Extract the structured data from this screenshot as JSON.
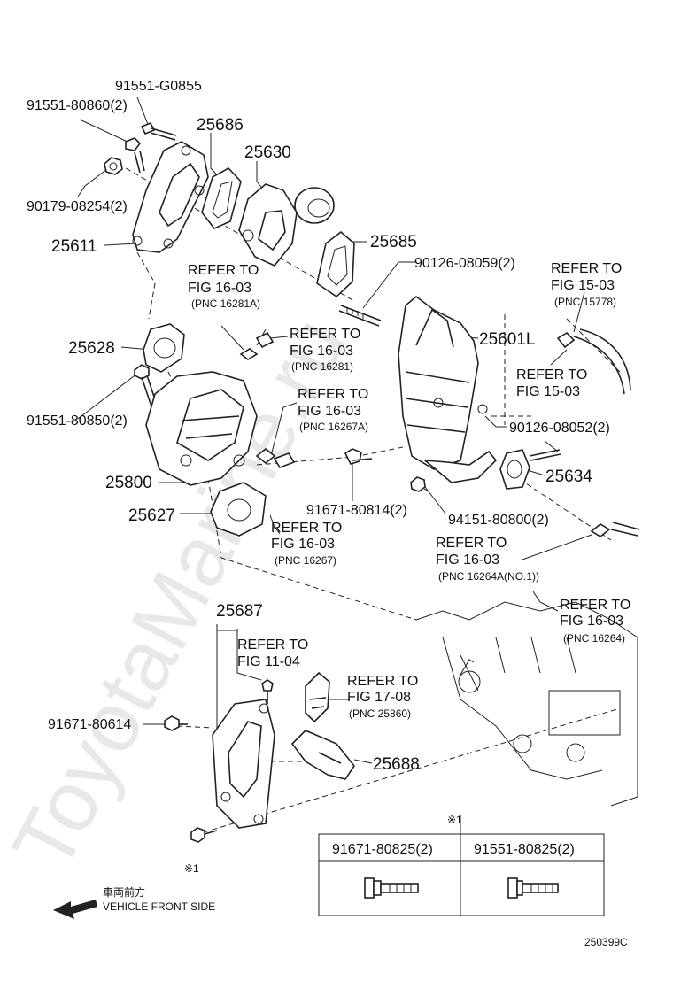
{
  "watermark": "ToyotaMarine.ru",
  "diagram_code": "250399C",
  "direction": {
    "jp": "車両前方",
    "en": "VEHICLE FRONT SIDE"
  },
  "footnote_mark": "※1",
  "labels": {
    "p91551_g0855": "91551-G0855",
    "p91551_80860": "91551-80860(2)",
    "p25686": "25686",
    "p25630": "25630",
    "p90179": "90179-08254(2)",
    "p25611": "25611",
    "p25685": "25685",
    "p90126_08059": "90126-08059(2)",
    "p25601l": "25601L",
    "p25628": "25628",
    "p91551_80850": "91551-80850(2)",
    "p25800": "25800",
    "p25627": "25627",
    "p91671_80814": "91671-80814(2)",
    "p94151": "94151-80800(2)",
    "p90126_08052": "90126-08052(2)",
    "p25634": "25634",
    "p25687": "25687",
    "p91671_80614": "91671-80614",
    "p25688": "25688"
  },
  "refs": [
    {
      "line1": "REFER TO",
      "line2": "FIG 16-03",
      "pnc": "(PNC 16281A)"
    },
    {
      "line1": "REFER TO",
      "line2": "FIG 16-03",
      "pnc": "(PNC 16281)"
    },
    {
      "line1": "REFER TO",
      "line2": "FIG 16-03",
      "pnc": "(PNC 16267A)"
    },
    {
      "line1": "REFER TO",
      "line2": "FIG 16-03",
      "pnc": "(PNC 16267)"
    },
    {
      "line1": "REFER TO",
      "line2": "FIG 15-03",
      "pnc": "(PNC 15778)"
    },
    {
      "line1": "REFER TO",
      "line2": "FIG 15-03",
      "pnc": ""
    },
    {
      "line1": "REFER TO",
      "line2": "FIG 16-03",
      "pnc": "(PNC 16264A(NO.1))"
    },
    {
      "line1": "REFER TO",
      "line2": "FIG 16-03",
      "pnc": "(PNC 16264)"
    },
    {
      "line1": "REFER TO",
      "line2": "FIG 11-04",
      "pnc": ""
    },
    {
      "line1": "REFER TO",
      "line2": "FIG 17-08",
      "pnc": "(PNC 25860)"
    }
  ],
  "table": {
    "note": "※1",
    "col1": "91671-80825(2)",
    "col2": "91551-80825(2)"
  }
}
